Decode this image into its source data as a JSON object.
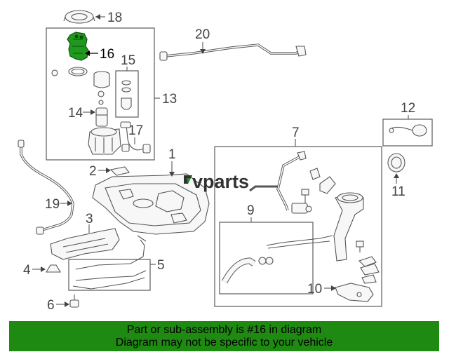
{
  "diagram": {
    "highlight_color": "#1f9a1f",
    "callouts": {
      "c1": "1",
      "c2": "2",
      "c4": "4",
      "c5": "5",
      "c6": "6",
      "c7": "7",
      "c9": "9",
      "c10": "10",
      "c11": "11",
      "c12": "12",
      "c13": "13",
      "c14": "14",
      "c15": "15",
      "c16": "16",
      "c17": "17",
      "c18": "18",
      "c19": "19",
      "c20": "20",
      "c3": "3"
    },
    "watermark": "vparts"
  },
  "banner": {
    "line1": "Part or sub-assembly is #16 in diagram",
    "line2": "Diagram may not be specific to your vehicle",
    "bg_color": "#1f8a12"
  }
}
